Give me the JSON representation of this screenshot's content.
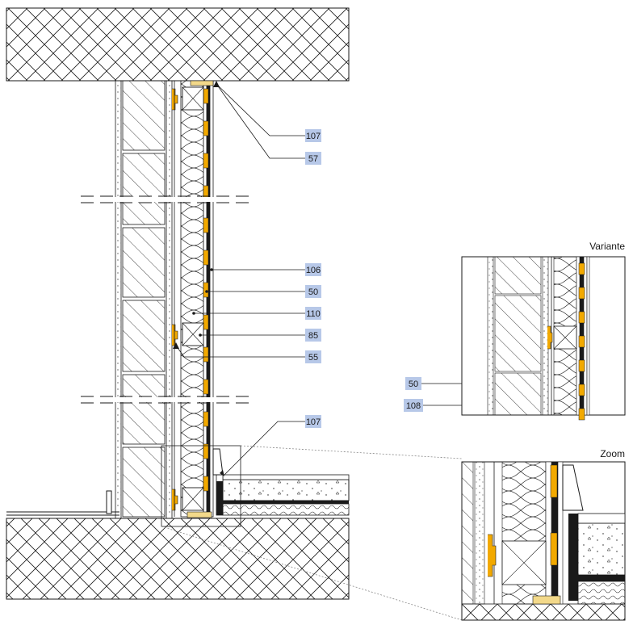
{
  "colors": {
    "line": "#1a1a1a",
    "tag_bg": "#b7c8e8",
    "insulation_strip": "#f2a900",
    "gypsum": "#f3d98a"
  },
  "tags": {
    "t107a": "107",
    "t57": "57",
    "t106": "106",
    "t50": "50",
    "t110": "110",
    "t85": "85",
    "t55": "55",
    "t107b": "107",
    "v50": "50",
    "v108": "108"
  },
  "panels": {
    "variante_title": "Variante",
    "zoom_title": "Zoom"
  }
}
